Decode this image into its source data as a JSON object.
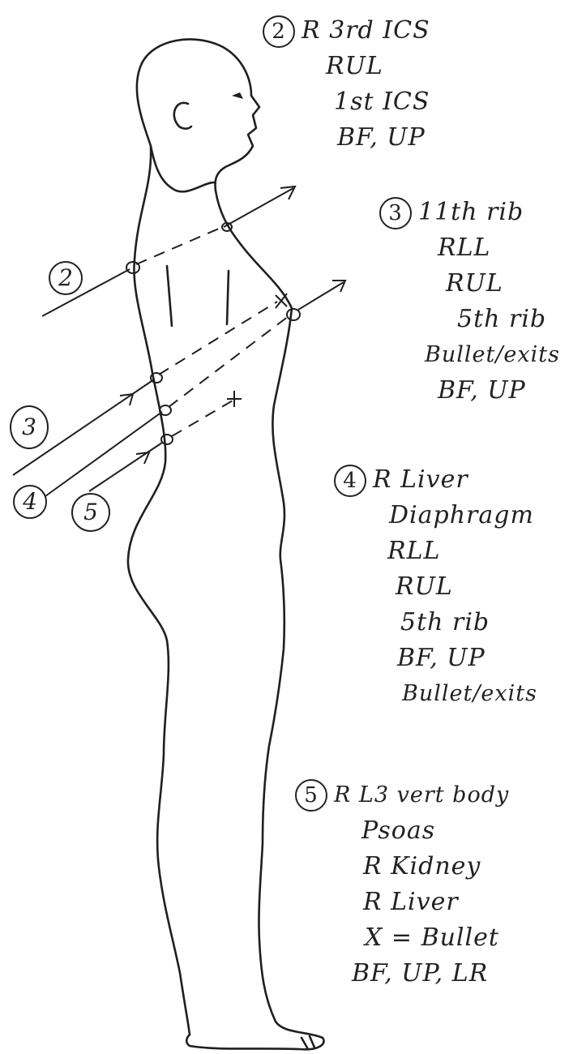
{
  "notes": [
    {
      "number": "2",
      "lines": [
        "R 3rd ICS",
        "RUL",
        "1st ICS",
        "BF, UP"
      ]
    },
    {
      "number": "3",
      "lines": [
        "11th rib",
        "RLL",
        "RUL",
        "5th rib",
        "Bullet/exits",
        "BF, UP"
      ]
    },
    {
      "number": "4",
      "lines": [
        "R Liver",
        "Diaphragm",
        "RLL",
        "RUL",
        "5th rib",
        "BF, UP",
        "Bullet/exits"
      ]
    },
    {
      "number": "5",
      "lines": [
        "R L3 vert body",
        "Psoas",
        "R Kidney",
        "R Liver",
        "X = Bullet",
        "BF, UP, LR"
      ]
    }
  ],
  "wound_labels": [
    "2",
    "3",
    "4",
    "5"
  ]
}
